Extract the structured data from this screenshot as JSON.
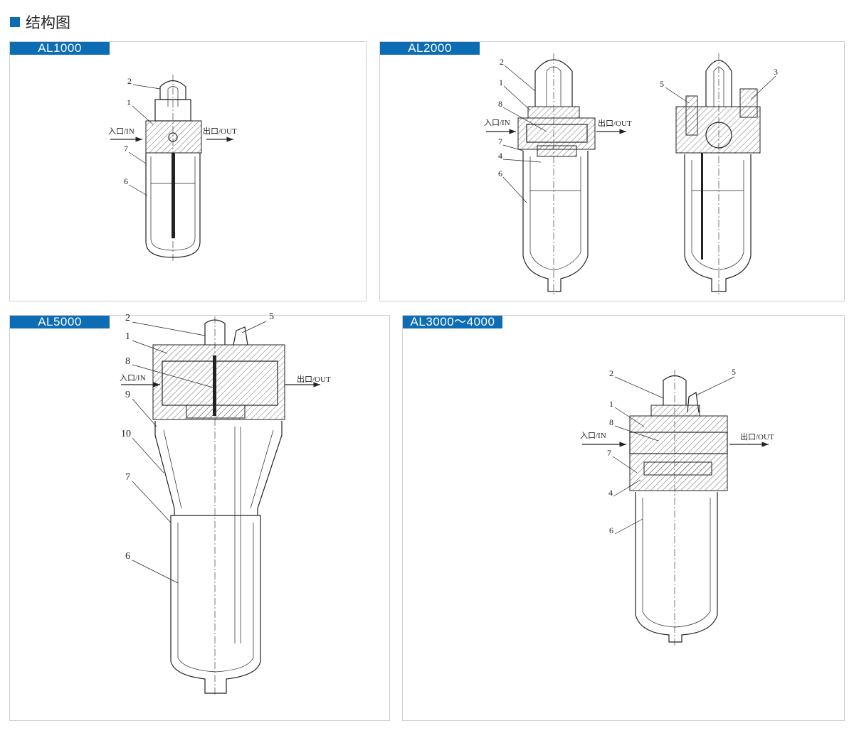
{
  "heading": {
    "title": "结构图",
    "accent": "#0c6db5"
  },
  "panels": {
    "al1000": {
      "title": "AL1000",
      "in_label": "入口/IN",
      "out_label": "出口/OUT",
      "parts": [
        "2",
        "1",
        "7",
        "6"
      ]
    },
    "al2000": {
      "title": "AL2000",
      "in_label": "入口/IN",
      "out_label": "出口/OUT",
      "parts": [
        "2",
        "1",
        "8",
        "7",
        "4",
        "6",
        "5",
        "3"
      ]
    },
    "al5000": {
      "title": "AL5000",
      "in_label": "入口/IN",
      "out_label": "出口/OUT",
      "parts": [
        "2",
        "5",
        "1",
        "8",
        "9",
        "10",
        "7",
        "6"
      ]
    },
    "al3000": {
      "title": "AL3000～4000",
      "in_label": "入口/IN",
      "out_label": "出口/OUT",
      "parts": [
        "2",
        "5",
        "1",
        "8",
        "7",
        "4",
        "6"
      ]
    }
  }
}
